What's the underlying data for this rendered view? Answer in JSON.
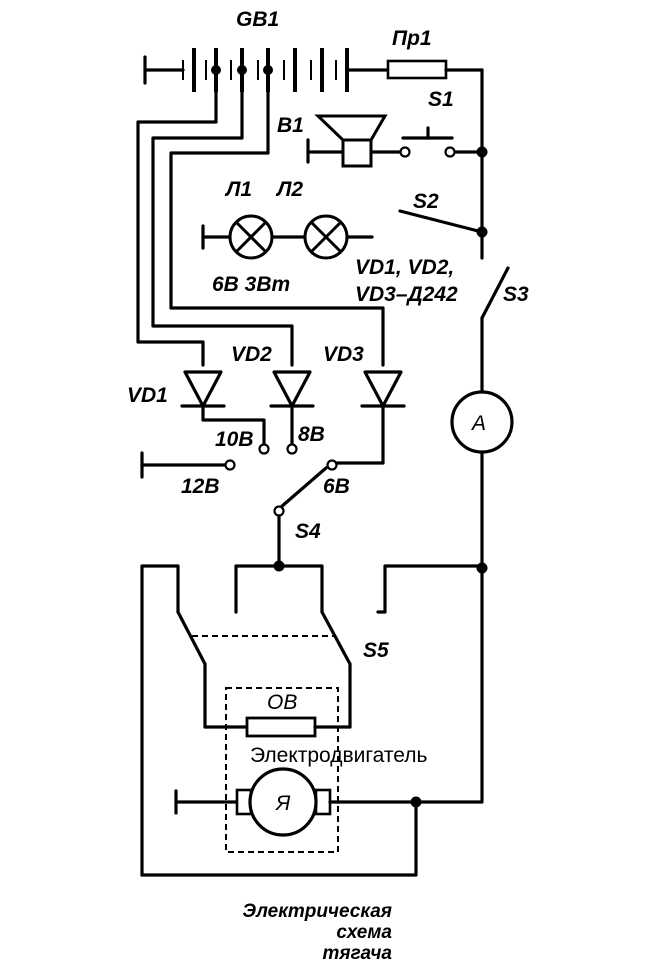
{
  "labels": {
    "battery": "GB1",
    "fuse": "Пр1",
    "horn": "B1",
    "switch_s1": "S1",
    "switch_s2": "S2",
    "switch_s3": "S3",
    "switch_s4": "S4",
    "switch_s5": "S5",
    "lamp1": "Л1",
    "lamp2": "Л2",
    "lamp_rating": "6В 3Вт",
    "diode_spec_line1": "VD1, VD2,",
    "diode_spec_line2": "VD3–Д242",
    "vd1": "VD1",
    "vd2": "VD2",
    "vd3": "VD3",
    "v10": "10В",
    "v8": "8В",
    "v12": "12В",
    "v6": "6В",
    "ammeter": "A",
    "field_winding": "ОВ",
    "motor": "Электродвигатель",
    "armature": "Я"
  },
  "caption": {
    "line1": "Электрическая",
    "line2": "схема",
    "line3": "тягача"
  }
}
